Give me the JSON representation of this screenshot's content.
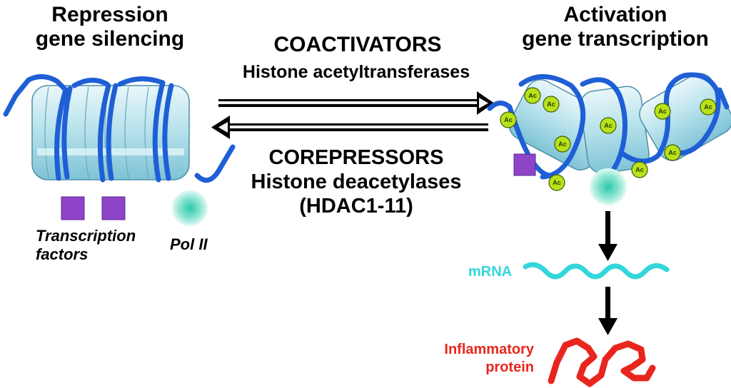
{
  "left_title": [
    "Repression",
    "gene silencing"
  ],
  "right_title": [
    "Activation",
    "gene transcription"
  ],
  "forward_arrow": {
    "title": "COACTIVATORS",
    "subtitle": "Histone acetyltransferases"
  },
  "reverse_arrow": {
    "lines": [
      "COREPRESSORS",
      "Histone deacetylases",
      "(HDAC1-11)"
    ]
  },
  "transcription_factors_label": [
    "Transcription",
    "factors"
  ],
  "pol_label": "Pol II",
  "acetyl_tag": "Ac",
  "mrna_label": "mRNA",
  "protein_label": [
    "Inflammatory",
    "protein"
  ],
  "colors": {
    "dna": "#1f5fd6",
    "histone": "#bfe6ee",
    "transcription_factor": "#8e44c9",
    "pol_ii": "#2ec9a8",
    "acetyl": "#b9e21a",
    "mrna": "#33d6dc",
    "protein": "#e8261d"
  }
}
